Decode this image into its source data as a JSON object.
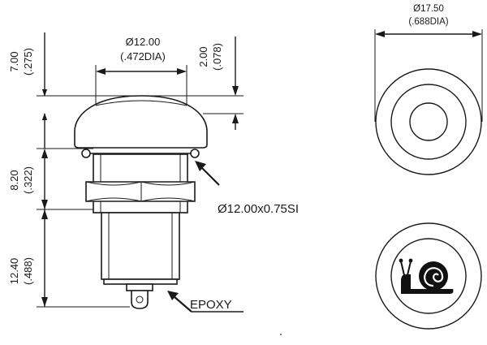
{
  "dimensions": {
    "cap_height": {
      "mm": "7.00",
      "inch": "(.275)"
    },
    "cap_width": {
      "mm": "Ø12.00",
      "inch": "(.472DIA)"
    },
    "cap_top_offset": {
      "mm": "2.00",
      "inch": "(.078)"
    },
    "thread_length": {
      "mm": "8.20",
      "inch": "(.322)"
    },
    "body_length": {
      "mm": "12.40",
      "inch": "(.488)"
    },
    "outer_diameter": {
      "mm": "Ø17.50",
      "inch": "(.688DIA)"
    }
  },
  "labels": {
    "thread_spec": "Ø12.00x0.75SI",
    "epoxy": "EPOXY"
  },
  "icons": {
    "snail": "snail-icon"
  },
  "colors": {
    "line": "#1a1a1a",
    "icon_fill": "#111111",
    "background": "#ffffff"
  }
}
